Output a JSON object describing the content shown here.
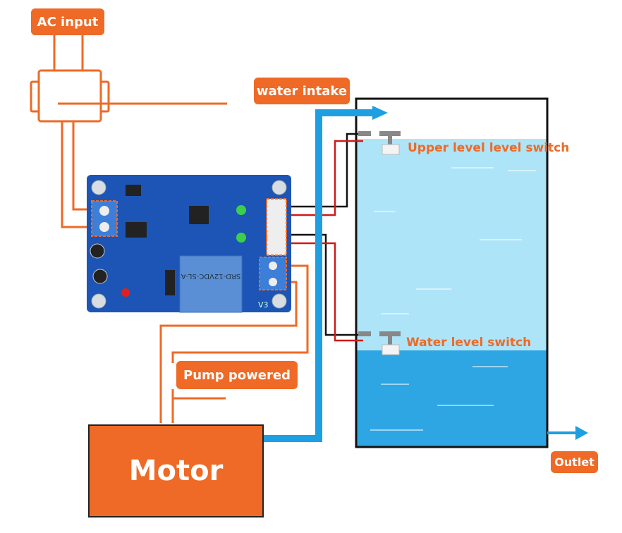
{
  "labels": {
    "ac_input": "AC input",
    "water_intake": "water intake",
    "upper_switch": "Upper level level switch",
    "lower_switch": "Water level switch",
    "pump_powered": "Pump powered",
    "motor": "Motor",
    "outlet": "Outlet"
  },
  "pcb": {
    "relay_text": "SRD-12VDC-SL-A",
    "board_mark": "V3"
  },
  "colors": {
    "accent": "#ee6a26",
    "pipe": "#1d9fe2",
    "water_light": "#aee4f8",
    "water_dark": "#2ea6e4",
    "pcb": "#1c55b5"
  }
}
